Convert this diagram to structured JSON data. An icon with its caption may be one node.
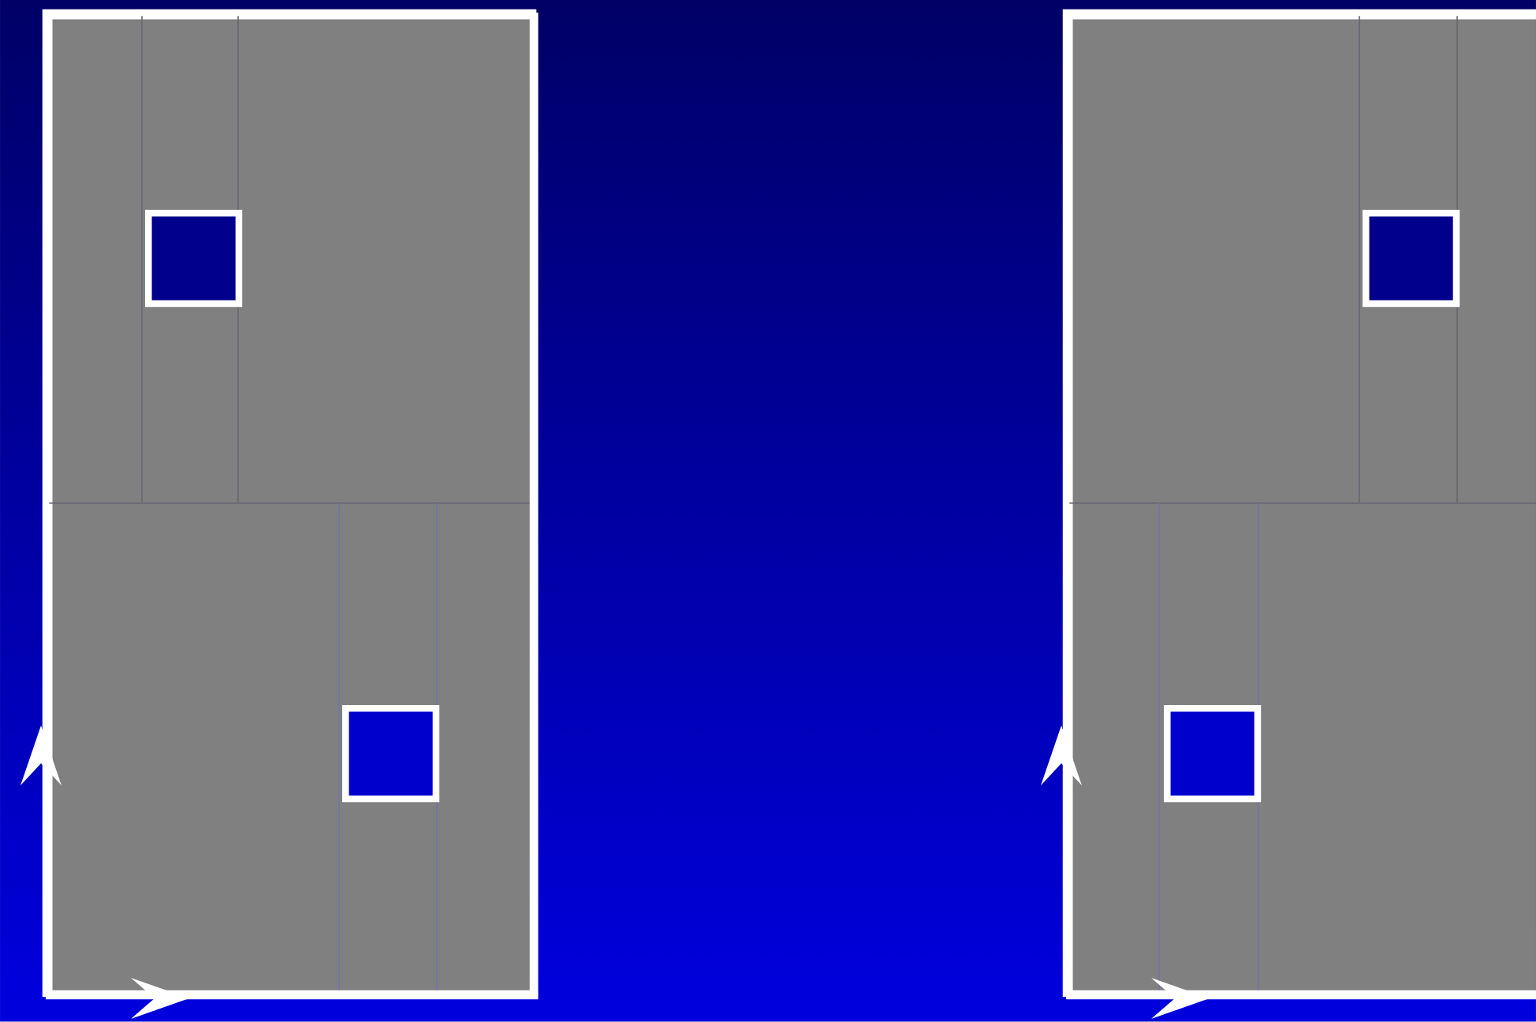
{
  "diagram": {
    "nodes": [
      {
        "text": [],
        "shape": "box"
      },
      {
        "text": [],
        "shape": "box",
        "in": 0
      },
      {
        "text": [],
        "shape": "box",
        "in": 0
      },
      {
        "text": [],
        "shape": "box"
      },
      {
        "text": [],
        "shape": "box",
        "in": 3
      },
      {
        "text": [],
        "shape": "box",
        "in": 3
      }
    ]
  }
}
